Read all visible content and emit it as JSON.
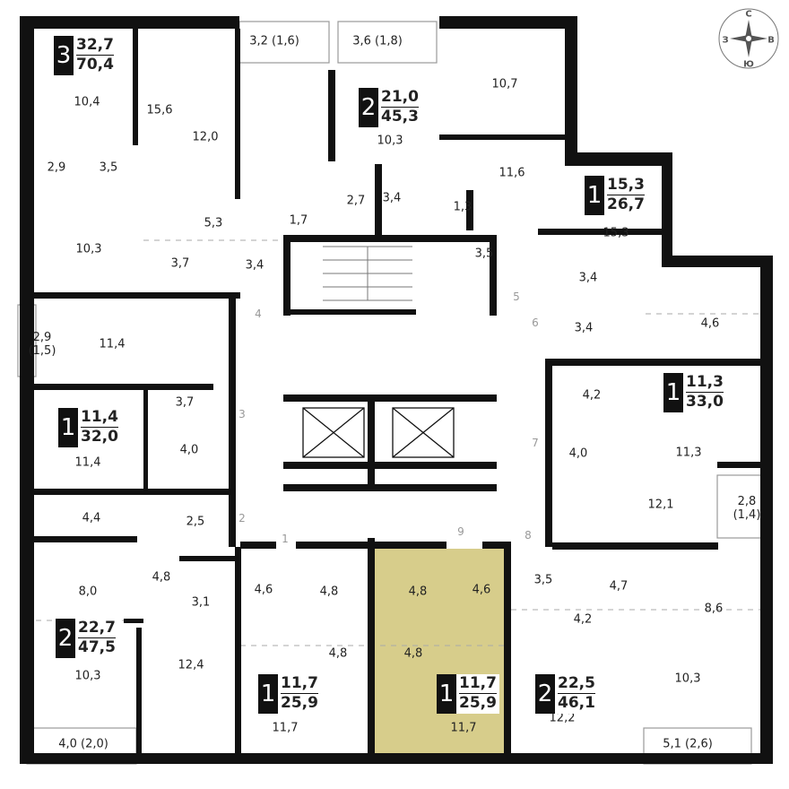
{
  "colors": {
    "highlight": "#d7cd8b",
    "wall": "#111111"
  },
  "compass": {
    "north": "С",
    "east": "В",
    "south": "Ю",
    "west": "З",
    "icon": "compass-rose-icon"
  },
  "rooms": [
    "10,4",
    "15,6",
    "12,0",
    "3,2 (1,6)",
    "3,6 (1,8)",
    "10,3",
    "10,7",
    "11,6",
    "2,9",
    "3,5",
    "5,3",
    "1,7",
    "2,7",
    "3,4",
    "1,3",
    "3,5",
    "15,3",
    "10,3",
    "3,7",
    "3,4",
    "3,4",
    "3,4",
    "4,6",
    "2,9\n(1,5)",
    "11,4",
    "3,7",
    "4,2",
    "11,3",
    "11,4",
    "4,0",
    "4,0",
    "12,1",
    "2,8\n(1,4)",
    "4,4",
    "2,5",
    "8,0",
    "4,8",
    "3,1",
    "4,6",
    "4,8",
    "4,8",
    "4,6",
    "3,5",
    "4,7",
    "4,2",
    "8,6",
    "10,3",
    "12,4",
    "4,8",
    "4,8",
    "11,7",
    "11,7",
    "12,2",
    "10,3",
    "4,0 (2,0)",
    "5,1 (2,6)"
  ],
  "doors": [
    "1",
    "2",
    "3",
    "4",
    "5",
    "6",
    "7",
    "8",
    "9"
  ],
  "apartments": [
    {
      "rooms": "3",
      "living": "32,7",
      "total": "70,4"
    },
    {
      "rooms": "2",
      "living": "21,0",
      "total": "45,3"
    },
    {
      "rooms": "1",
      "living": "15,3",
      "total": "26,7"
    },
    {
      "rooms": "1",
      "living": "11,3",
      "total": "33,0"
    },
    {
      "rooms": "1",
      "living": "11,4",
      "total": "32,0"
    },
    {
      "rooms": "2",
      "living": "22,7",
      "total": "47,5"
    },
    {
      "rooms": "1",
      "living": "11,7",
      "total": "25,9"
    },
    {
      "rooms": "1",
      "living": "11,7",
      "total": "25,9",
      "highlighted": true
    },
    {
      "rooms": "2",
      "living": "22,5",
      "total": "46,1"
    }
  ]
}
